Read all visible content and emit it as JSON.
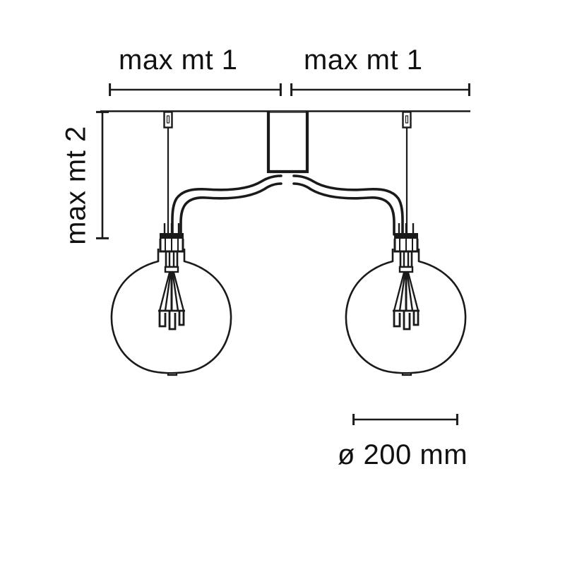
{
  "drawing": {
    "title": "pendant lamp technical dimension drawing",
    "line_color": "#1a1a1a",
    "background_color": "#ffffff",
    "dimensions": {
      "left_span": {
        "label": "max mt 1",
        "name": "left-horizontal-dimension"
      },
      "right_span": {
        "label": "max mt 1",
        "name": "right-horizontal-dimension"
      },
      "height": {
        "label": "max mt 2",
        "name": "vertical-dimension",
        "rotation_degrees": -90
      },
      "diameter": {
        "label": "ø 200 mm",
        "name": "globe-diameter-dimension",
        "value": 200,
        "unit": "mm",
        "symbol": "ø"
      }
    },
    "components": {
      "ceiling_line": "ceiling-line",
      "canopy": "central-canopy",
      "left_anchor": "left-ceiling-anchor",
      "right_anchor": "right-ceiling-anchor",
      "left_suspension_wire": "left-suspension-wire",
      "right_suspension_wire": "right-suspension-wire",
      "left_cable": "left-power-cable",
      "right_cable": "right-power-cable",
      "left_socket": "left-lamp-socket",
      "right_socket": "right-lamp-socket",
      "left_globe": "left-globe-bulb",
      "right_globe": "right-globe-bulb",
      "left_filament": "left-filament",
      "right_filament": "right-filament"
    }
  }
}
